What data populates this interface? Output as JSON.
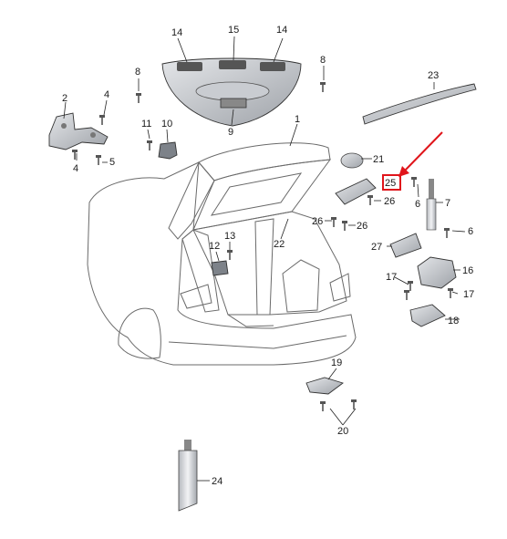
{
  "diagram": {
    "highlight_color": "#e0151b",
    "part_fill": "#d4d6d9",
    "part_dark": "#9ea2a8",
    "car_fill": "#e6e8eb",
    "labels": {
      "l1": "1",
      "l2": "2",
      "l4a": "4",
      "l4b": "4",
      "l5": "5",
      "l6a": "6",
      "l6b": "6",
      "l7": "7",
      "l8a": "8",
      "l8b": "8",
      "l9": "9",
      "l10": "10",
      "l11": "11",
      "l12": "12",
      "l13": "13",
      "l14a": "14",
      "l14b": "14",
      "l15": "15",
      "l16": "16",
      "l17a": "17",
      "l17b": "17",
      "l18": "18",
      "l19": "19",
      "l20": "20",
      "l21": "21",
      "l22": "22",
      "l23": "23",
      "l24": "24",
      "l25": "25",
      "l26a": "26",
      "l26b": "26",
      "l26c": "26",
      "l27": "27"
    },
    "icons": [
      "red-arrow-icon",
      "screw-icon",
      "clip-icon"
    ]
  }
}
